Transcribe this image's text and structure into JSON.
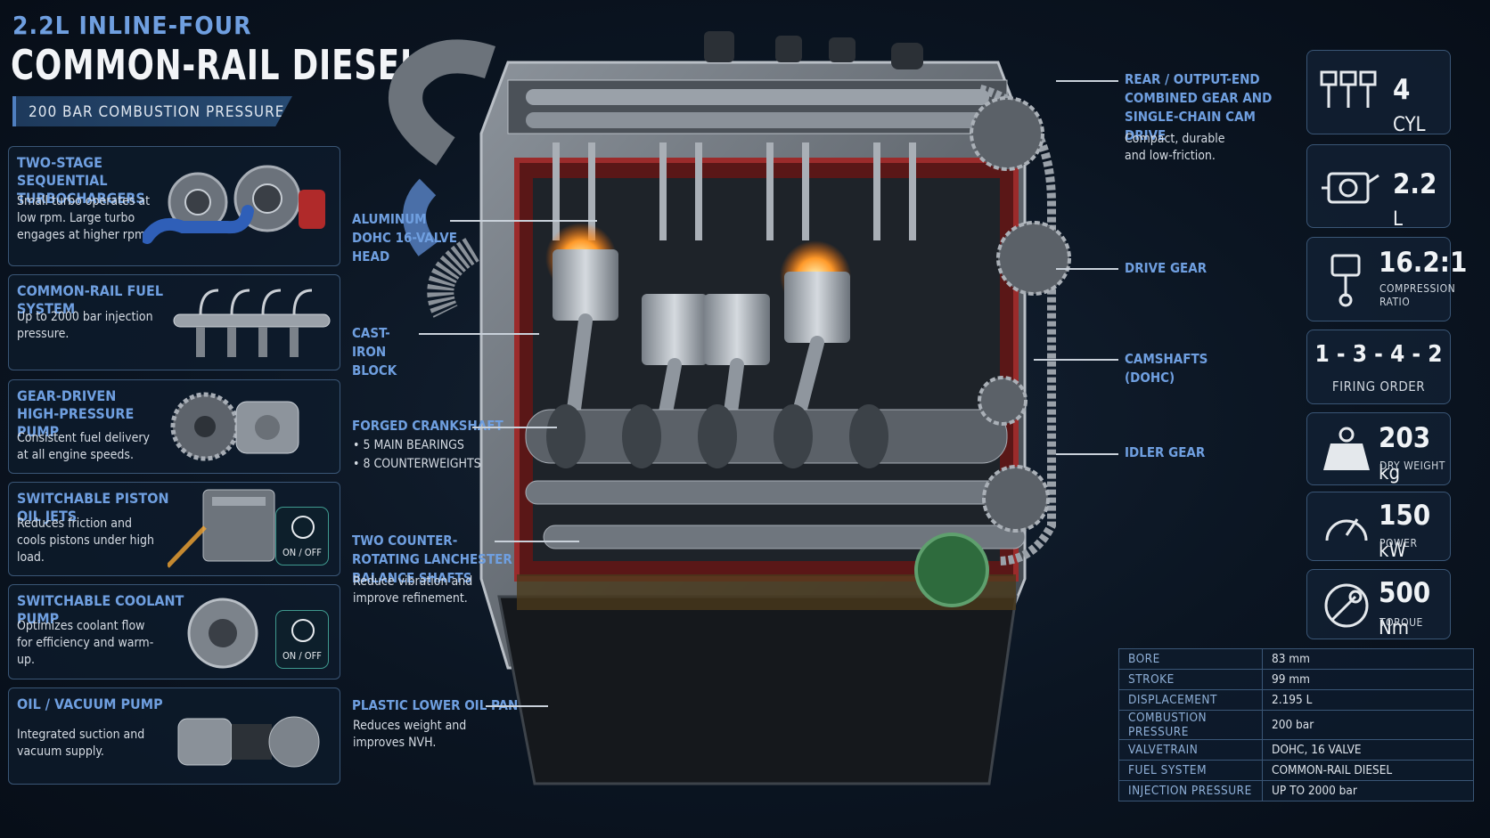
{
  "title": {
    "line1": "2.2L INLINE-FOUR",
    "line2": "COMMON-RAIL DIESEL",
    "ribbon": "200 BAR COMBUSTION PRESSURE"
  },
  "features": [
    {
      "title": "TWO-STAGE SEQUENTIAL TURBOCHARGERS",
      "desc": "Small turbo operates at low rpm. Large turbo engages at higher rpm.",
      "icon": "turbocharger-icon"
    },
    {
      "title": "COMMON-RAIL FUEL SYSTEM",
      "desc": "Up to 2000 bar injection pressure.",
      "icon": "fuel-rail-icon"
    },
    {
      "title": "GEAR-DRIVEN HIGH-PRESSURE PUMP",
      "desc": "Consistent fuel delivery at all engine speeds.",
      "icon": "high-pressure-pump-icon"
    },
    {
      "title": "SWITCHABLE PISTON OIL JETS",
      "desc": "Reduces friction and cools pistons under high load.",
      "toggle": "ON / OFF",
      "icon": "piston-oil-jet-icon"
    },
    {
      "title": "SWITCHABLE COOLANT PUMP",
      "desc": "Optimizes coolant flow for efficiency and warm-up.",
      "toggle": "ON / OFF",
      "icon": "coolant-pump-icon"
    },
    {
      "title": "OIL / VACUUM PUMP",
      "desc": "Integrated suction and vacuum supply.",
      "icon": "vacuum-pump-icon"
    }
  ],
  "callouts_left": [
    {
      "label": "ALUMINUM DOHC 16-VALVE HEAD"
    },
    {
      "label": "CAST-IRON BLOCK"
    },
    {
      "label": "FORGED CRANKSHAFT",
      "bullets": [
        "5 MAIN BEARINGS",
        "8 COUNTERWEIGHTS"
      ]
    },
    {
      "label": "TWO COUNTER-ROTATING LANCHESTER BALANCE SHAFTS",
      "desc": "Reduce vibration and improve refinement."
    },
    {
      "label": "PLASTIC LOWER OIL PAN",
      "desc": "Reduces weight and improves NVH."
    }
  ],
  "callouts_right": [
    {
      "label": "REAR / OUTPUT-END COMBINED GEAR AND SINGLE-CHAIN CAM DRIVE",
      "desc": "Compact, durable and low-friction."
    },
    {
      "label": "DRIVE GEAR"
    },
    {
      "label": "CAMSHAFTS (DOHC)"
    },
    {
      "label": "IDLER GEAR"
    }
  ],
  "stats": [
    {
      "value": "4",
      "unit": "CYL",
      "icon": "pistons-icon"
    },
    {
      "value": "2.2",
      "unit": "L",
      "icon": "engine-icon"
    },
    {
      "value": "16.2:1",
      "sub": "COMPRESSION RATIO",
      "icon": "piston-icon"
    },
    {
      "value": "1 - 3 - 4 - 2",
      "sub": "FIRING ORDER"
    },
    {
      "value": "203",
      "unit": "kg",
      "sub": "DRY WEIGHT",
      "icon": "weight-icon"
    },
    {
      "value": "150",
      "unit": "kW",
      "sub": "POWER",
      "icon": "gauge-icon"
    },
    {
      "value": "500",
      "unit": "Nm",
      "sub": "TORQUE",
      "icon": "torque-icon"
    }
  ],
  "specs": [
    {
      "key": "BORE",
      "value": "83 mm"
    },
    {
      "key": "STROKE",
      "value": "99 mm"
    },
    {
      "key": "DISPLACEMENT",
      "value": "2.195 L"
    },
    {
      "key": "COMBUSTION PRESSURE",
      "value": "200 bar"
    },
    {
      "key": "VALVETRAIN",
      "value": "DOHC, 16 VALVE"
    },
    {
      "key": "FUEL SYSTEM",
      "value": "COMMON-RAIL DIESEL"
    },
    {
      "key": "INJECTION PRESSURE",
      "value": "UP TO 2000 bar"
    }
  ],
  "colors": {
    "accent": "#6f9fe0",
    "background": "#0a1420",
    "block_red": "#8a1f1f",
    "toggle_teal": "#3f9a8f"
  }
}
